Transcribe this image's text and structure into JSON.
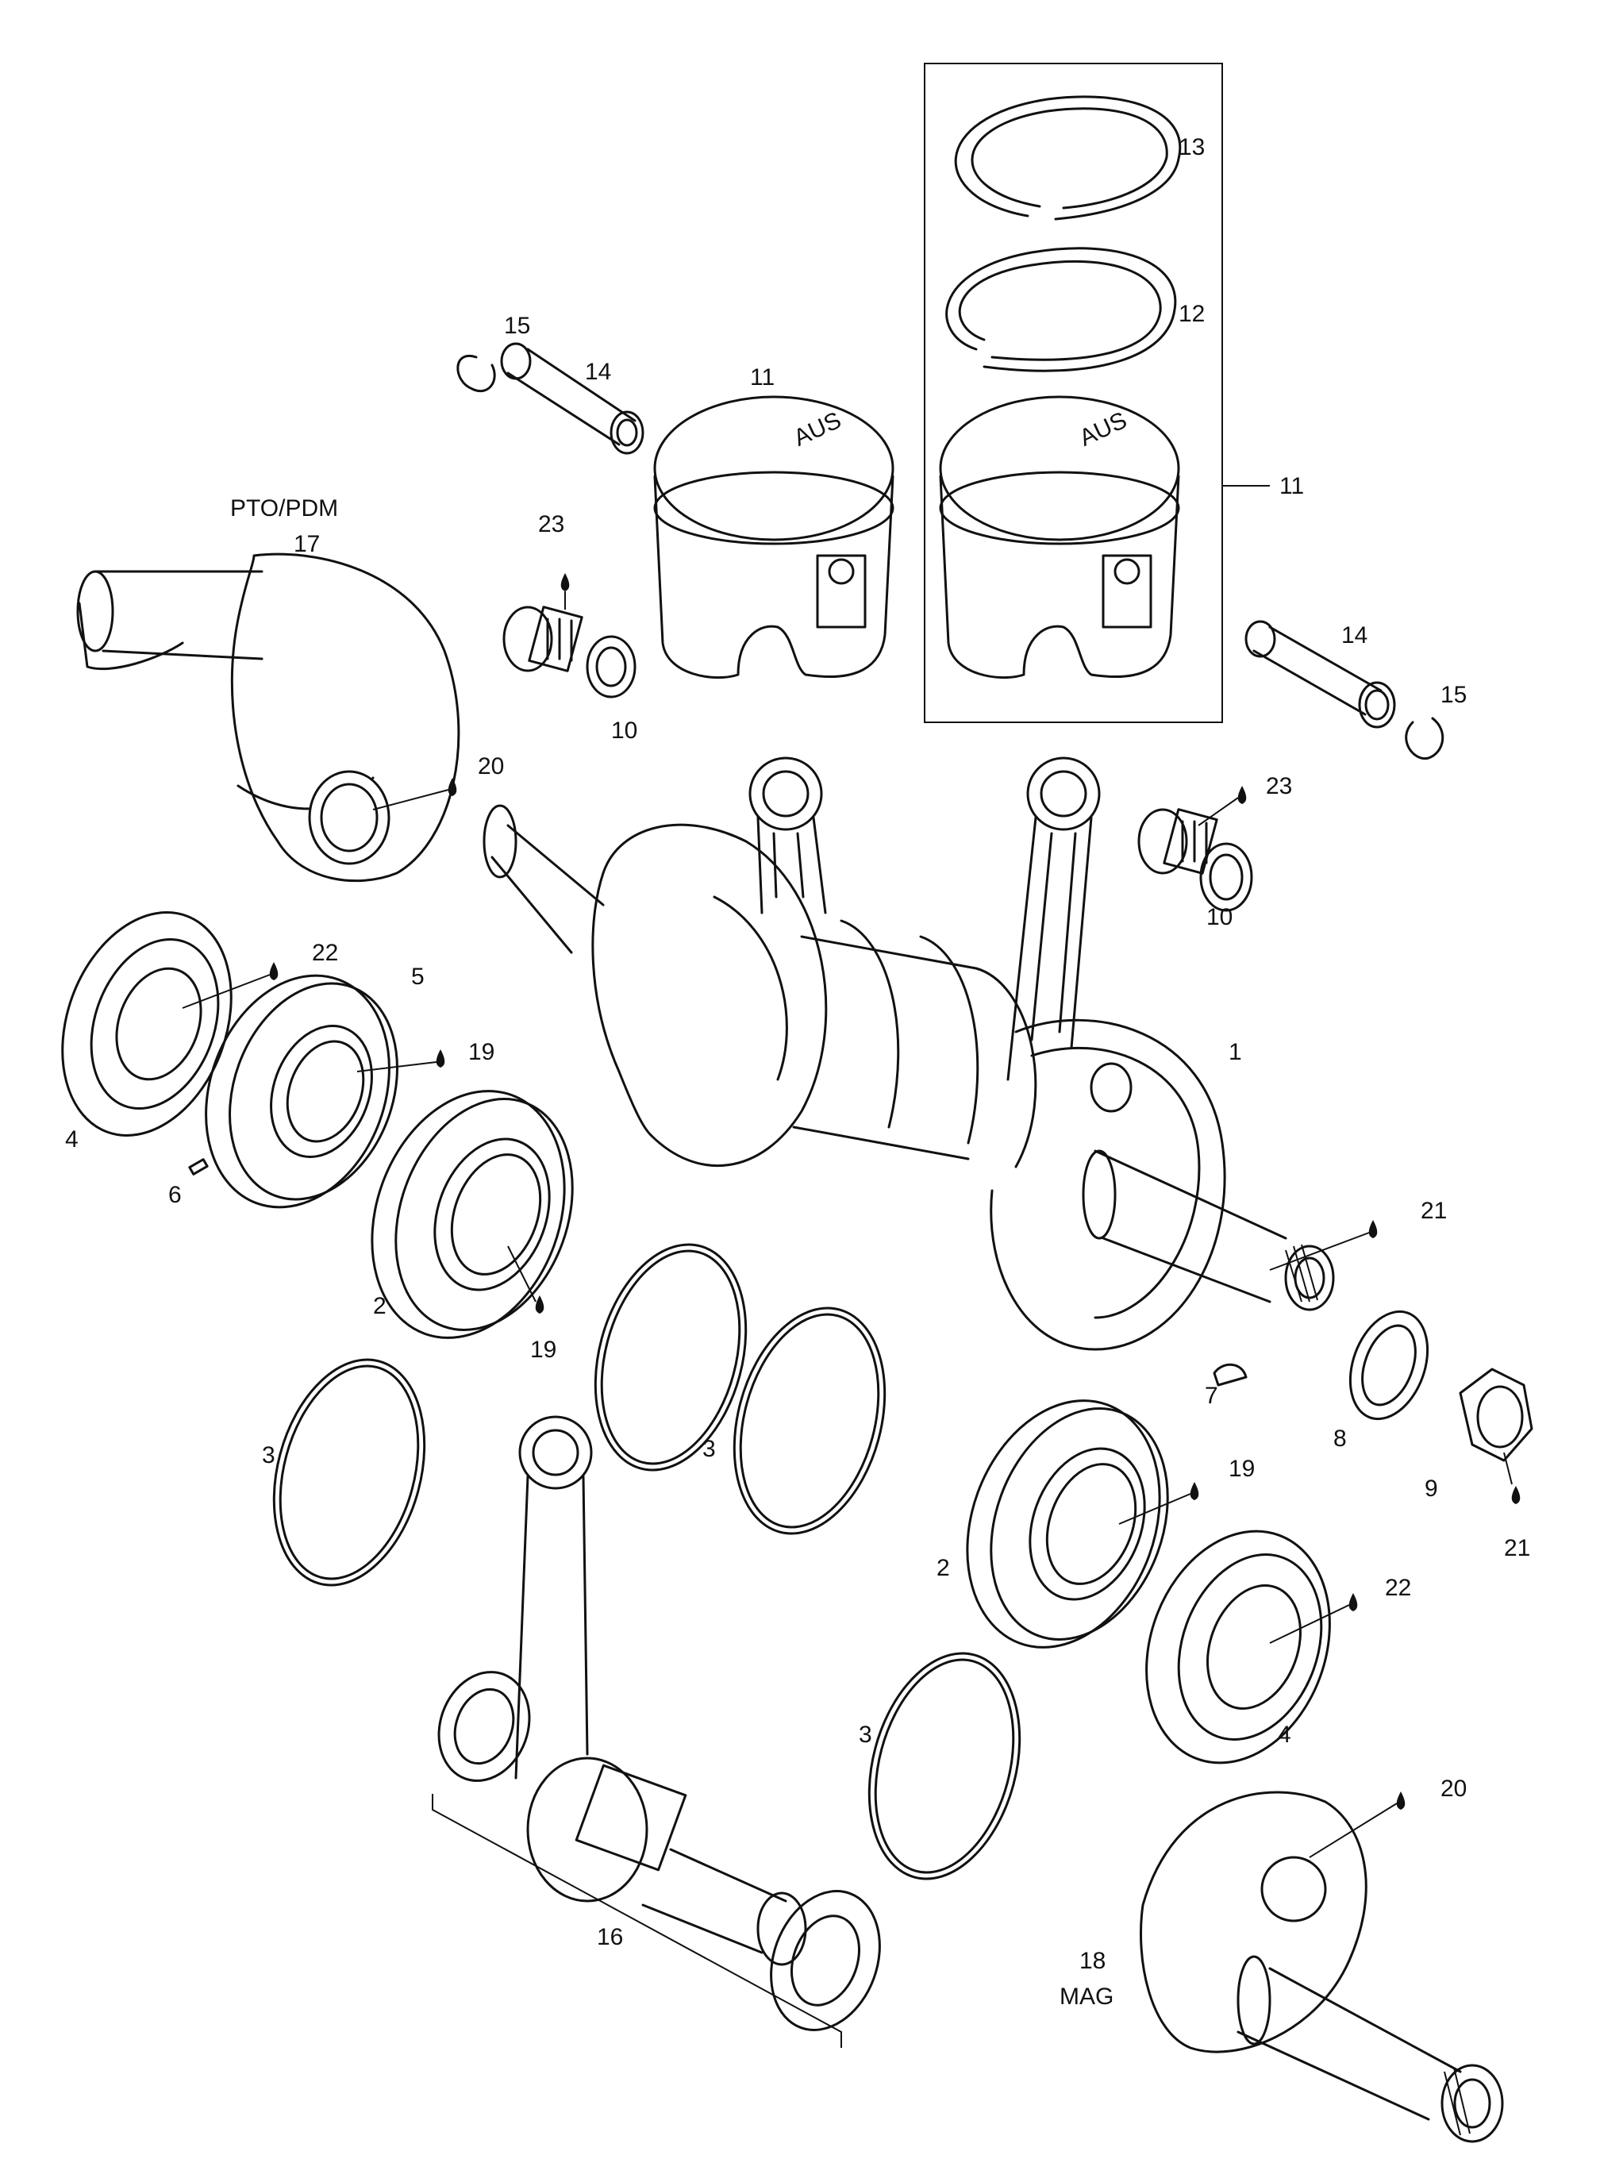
{
  "callouts": [
    {
      "id": "c13",
      "text": "13"
    },
    {
      "id": "c12",
      "text": "12"
    },
    {
      "id": "c11a",
      "text": "11"
    },
    {
      "id": "c11b",
      "text": "11"
    },
    {
      "id": "c15a",
      "text": "15"
    },
    {
      "id": "c14a",
      "text": "14"
    },
    {
      "id": "c23a",
      "text": "23"
    },
    {
      "id": "c10a",
      "text": "10"
    },
    {
      "id": "c14b",
      "text": "14"
    },
    {
      "id": "c15b",
      "text": "15"
    },
    {
      "id": "c17",
      "text": "17"
    },
    {
      "id": "c20a",
      "text": "20"
    },
    {
      "id": "c23b",
      "text": "23"
    },
    {
      "id": "c10b",
      "text": "10"
    },
    {
      "id": "c22a",
      "text": "22"
    },
    {
      "id": "c5",
      "text": "5"
    },
    {
      "id": "c19a",
      "text": "19"
    },
    {
      "id": "c4a",
      "text": "4"
    },
    {
      "id": "c6",
      "text": "6"
    },
    {
      "id": "c1",
      "text": "1"
    },
    {
      "id": "c21a",
      "text": "21"
    },
    {
      "id": "c2a",
      "text": "2"
    },
    {
      "id": "c19b",
      "text": "19"
    },
    {
      "id": "c7",
      "text": "7"
    },
    {
      "id": "c8",
      "text": "8"
    },
    {
      "id": "c9",
      "text": "9"
    },
    {
      "id": "c21b",
      "text": "21"
    },
    {
      "id": "c3a",
      "text": "3"
    },
    {
      "id": "c3b",
      "text": "3"
    },
    {
      "id": "c19c",
      "text": "19"
    },
    {
      "id": "c2b",
      "text": "2"
    },
    {
      "id": "c22b",
      "text": "22"
    },
    {
      "id": "c3c",
      "text": "3"
    },
    {
      "id": "c4b",
      "text": "4"
    },
    {
      "id": "c20b",
      "text": "20"
    },
    {
      "id": "c16",
      "text": "16"
    },
    {
      "id": "c18",
      "text": "18"
    }
  ],
  "labels": {
    "pto": "PTO/PDM",
    "mag": "MAG",
    "piston_mark_1": "AUS",
    "piston_mark_2": "AUS"
  }
}
